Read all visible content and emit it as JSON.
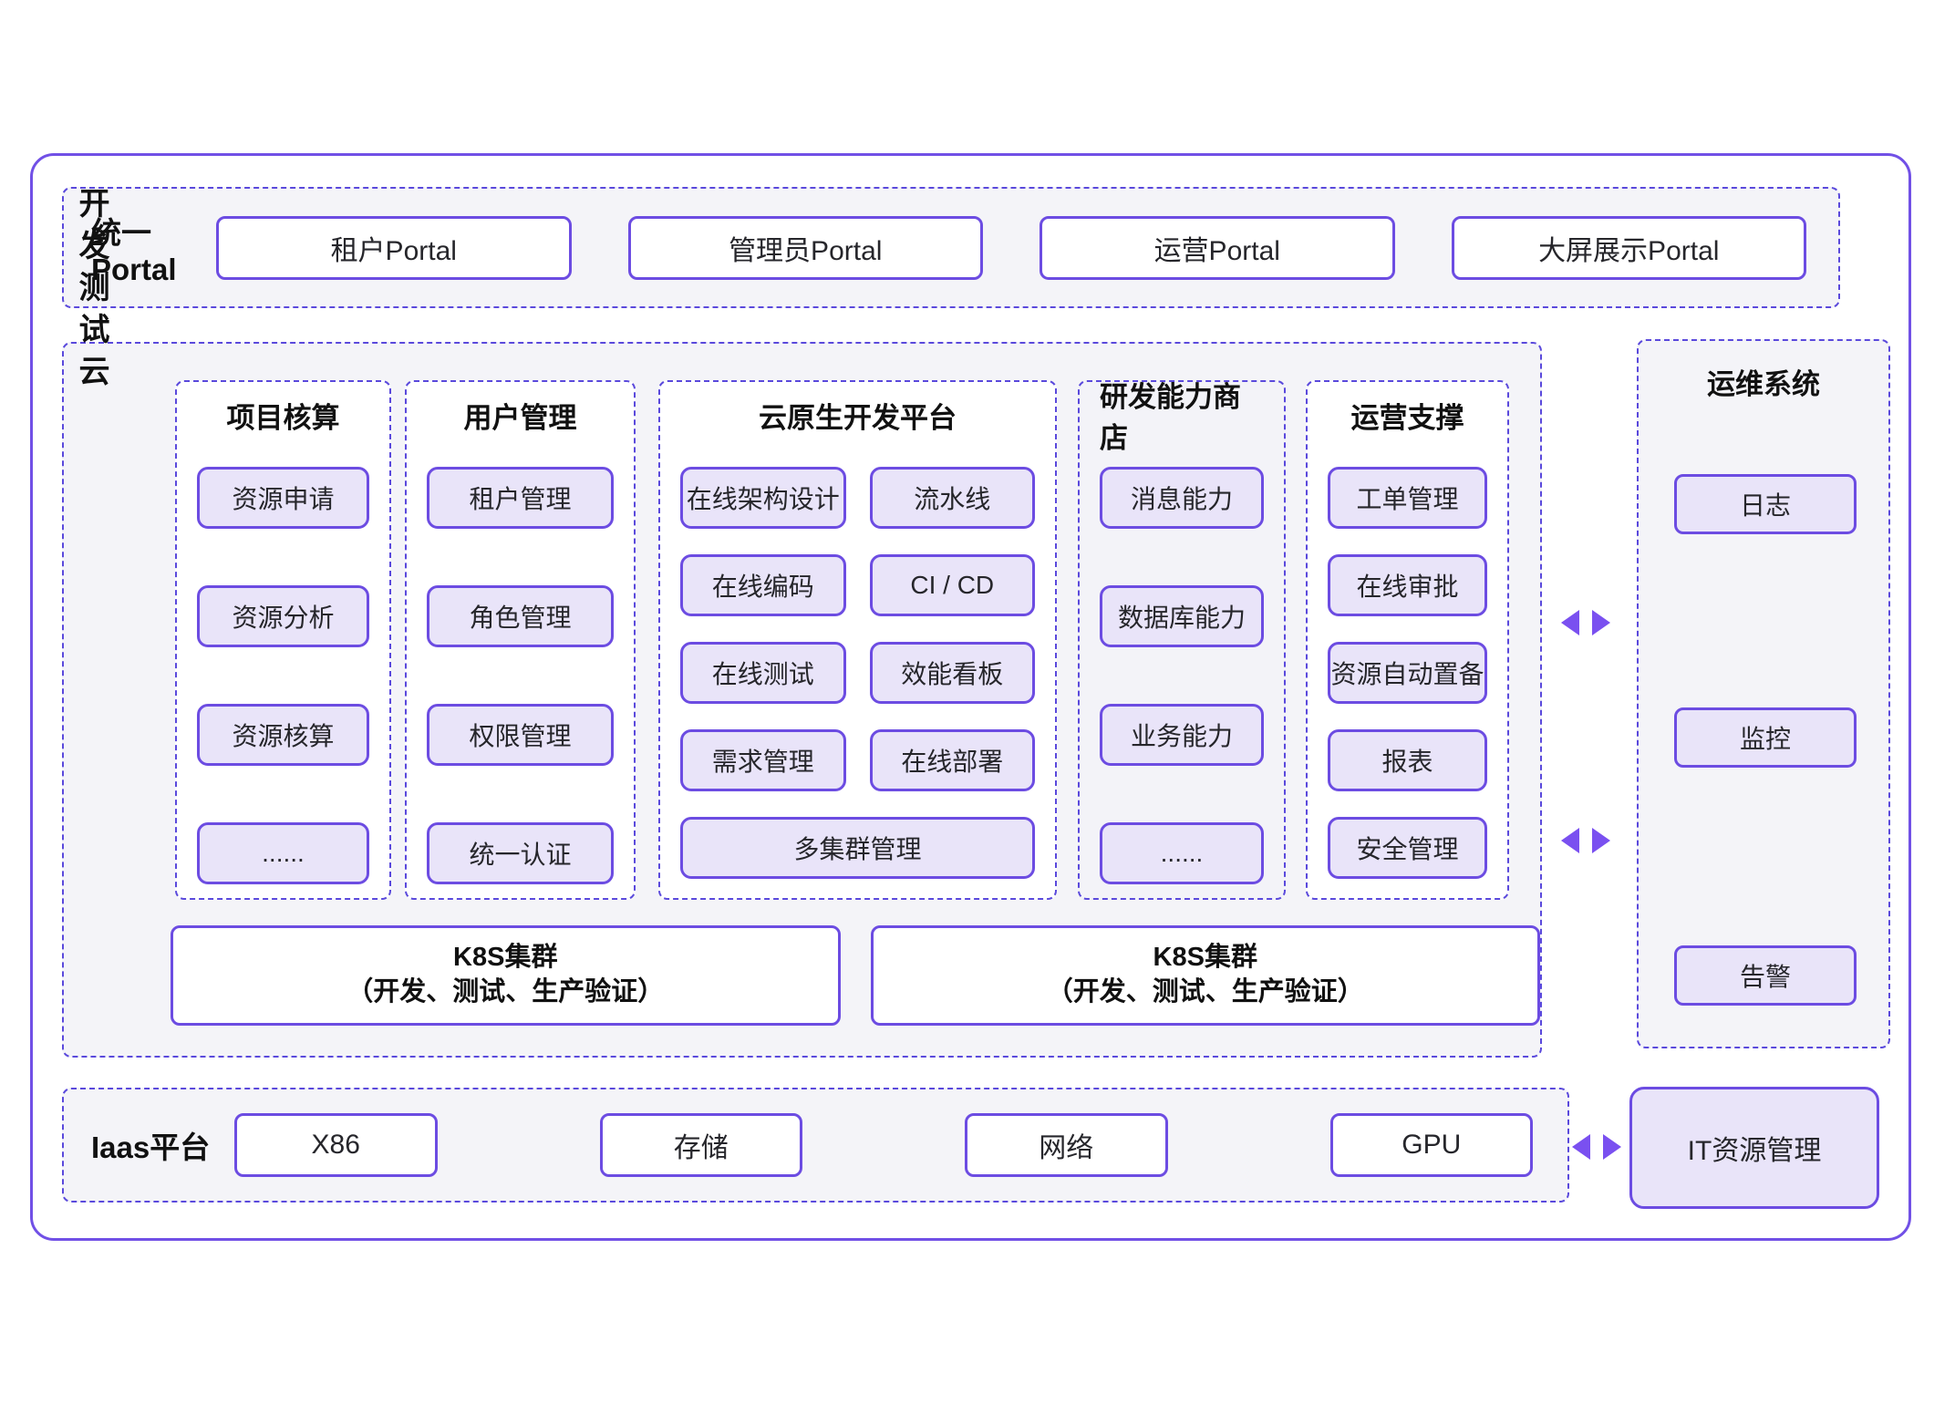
{
  "colors": {
    "accent_border": "#6c4ce2",
    "dashed_border": "#5a49dc",
    "box_fill": "#e9e4f9",
    "section_bg": "#f4f4f8",
    "arrow": "#7a50f0"
  },
  "portal": {
    "label": "统一Portal",
    "items": [
      "租户Portal",
      "管理员Portal",
      "运营Portal",
      "大屏展示Portal"
    ]
  },
  "dev_cloud": {
    "label": "开发测试云",
    "columns": [
      {
        "title": "项目核算",
        "items": [
          "资源申请",
          "资源分析",
          "资源核算",
          "......"
        ]
      },
      {
        "title": "用户管理",
        "items": [
          "租户管理",
          "角色管理",
          "权限管理",
          "统一认证"
        ]
      },
      {
        "title": "云原生开发平台",
        "items": [
          "在线架构设计",
          "流水线",
          "在线编码",
          "CI / CD",
          "在线测试",
          "效能看板",
          "需求管理",
          "在线部署"
        ],
        "footer": "多集群管理"
      },
      {
        "title": "研发能力商店",
        "items": [
          "消息能力",
          "数据库能力",
          "业务能力",
          "......"
        ]
      },
      {
        "title": "运营支撑",
        "items": [
          "工单管理",
          "在线审批",
          "资源自动置备",
          "报表",
          "安全管理"
        ]
      }
    ],
    "k8s_clusters": [
      {
        "title": "K8S集群",
        "subtitle": "（开发、测试、生产验证）"
      },
      {
        "title": "K8S集群",
        "subtitle": "（开发、测试、生产验证）"
      }
    ]
  },
  "ops": {
    "title": "运维系统",
    "items": [
      "日志",
      "监控",
      "告警"
    ]
  },
  "iaas": {
    "label": "Iaas平台",
    "items": [
      "X86",
      "存储",
      "网络",
      "GPU"
    ]
  },
  "it_management": {
    "label": "IT资源管理"
  }
}
